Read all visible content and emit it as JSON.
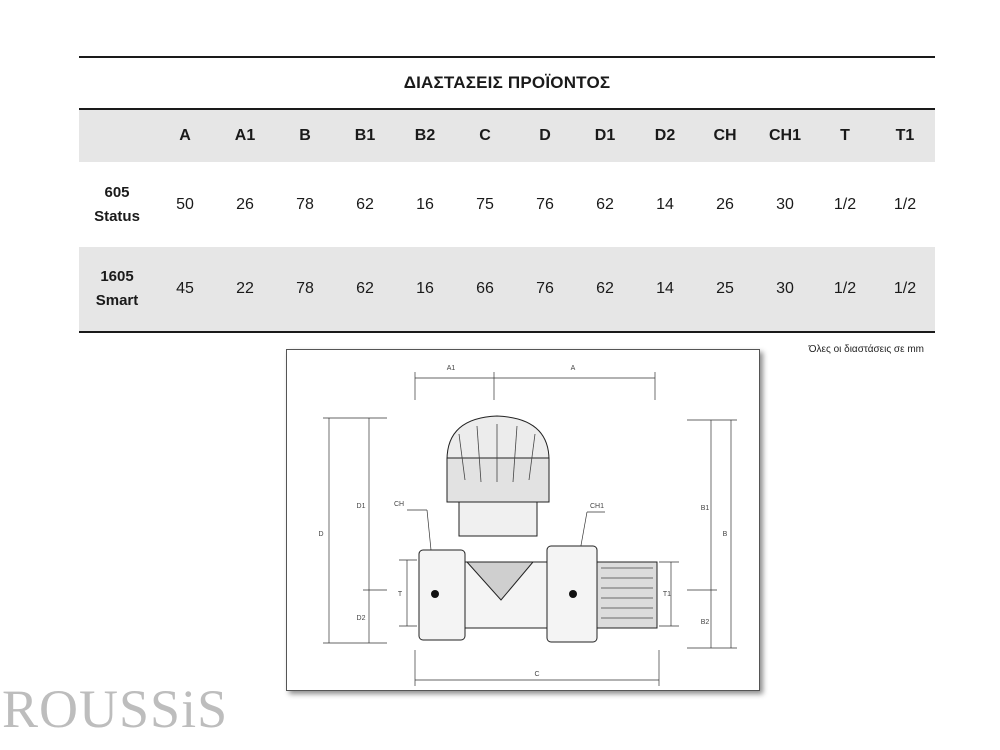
{
  "title": "ΔΙΑΣΤΑΣΕΙΣ ΠΡΟΪΟΝΤΟΣ",
  "columns": [
    "A",
    "A1",
    "B",
    "B1",
    "B2",
    "C",
    "D",
    "D1",
    "D2",
    "CH",
    "CH1",
    "T",
    "T1"
  ],
  "rows": [
    {
      "model": "605",
      "variant": "Status",
      "values": [
        "50",
        "26",
        "78",
        "62",
        "16",
        "75",
        "76",
        "62",
        "14",
        "26",
        "30",
        "1/2",
        "1/2"
      ]
    },
    {
      "model": "1605",
      "variant": "Smart",
      "values": [
        "45",
        "22",
        "78",
        "62",
        "16",
        "66",
        "76",
        "62",
        "14",
        "25",
        "30",
        "1/2",
        "1/2"
      ]
    }
  ],
  "note": "Όλες οι διαστάσεις σε mm",
  "drawing_labels": {
    "A1": "A1",
    "A": "A",
    "D": "D",
    "D1": "D1",
    "D2": "D2",
    "CH": "CH",
    "CH1": "CH1",
    "T": "T",
    "T1": "T1",
    "B": "B",
    "B1": "B1",
    "B2": "B2",
    "C": "C"
  },
  "logo": "ROUSSiS",
  "colors": {
    "row_shade": "#e6e6e6",
    "rule": "#1a1a1a",
    "logo": "#bdbdbd"
  }
}
